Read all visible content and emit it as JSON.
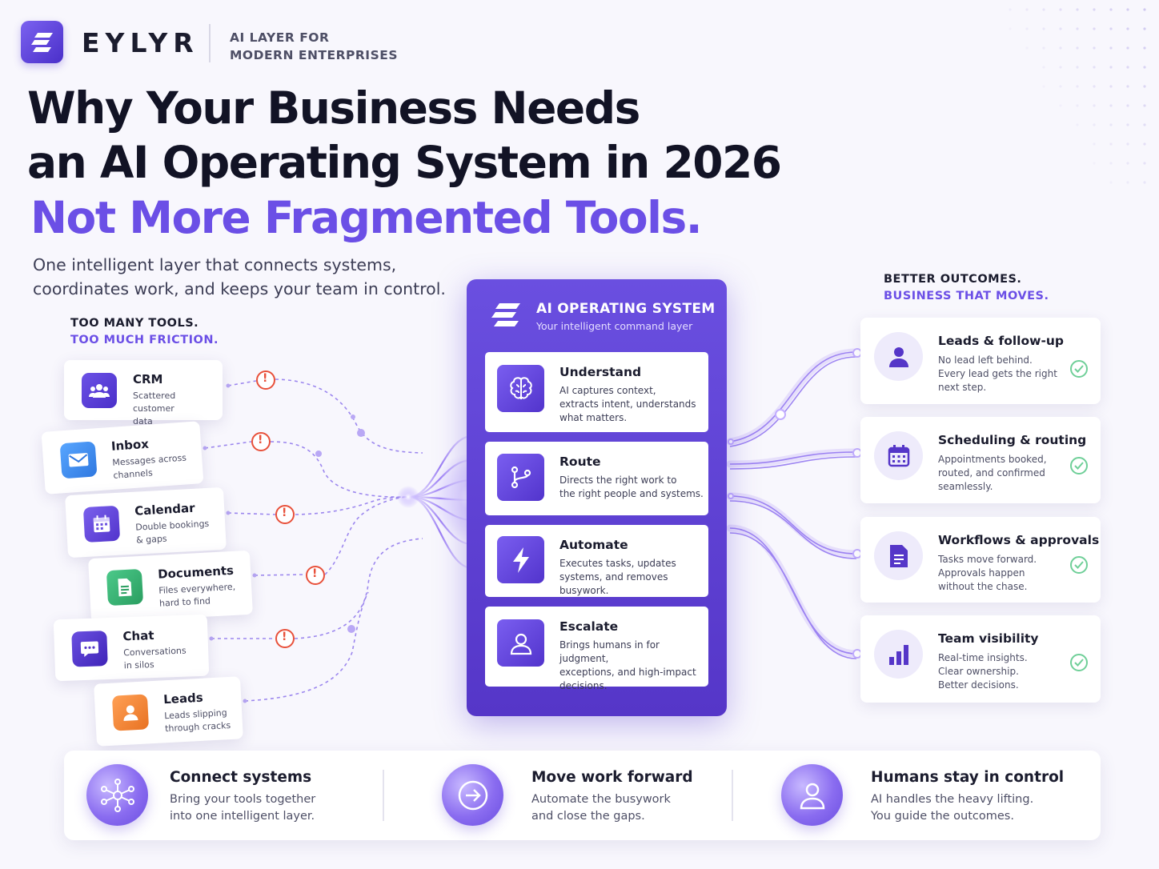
{
  "brand": {
    "name": "EYLYR",
    "tagline_line1": "AI LAYER FOR",
    "tagline_line2": "MODERN ENTERPRISES"
  },
  "headline": {
    "line1": "Why Your Business Needs",
    "line2": "an AI Operating System in 2026",
    "line3": "Not More Fragmented Tools."
  },
  "subheadline": {
    "line1": "One intelligent layer that connects systems,",
    "line2": "coordinates work, and keeps your team in control."
  },
  "left_section": {
    "label_line1": "TOO MANY TOOLS.",
    "label_line2": "TOO MUCH FRICTION.",
    "tools": [
      {
        "title": "CRM",
        "desc_line1": "Scattered customer",
        "desc_line2": "data",
        "icon": "users-icon",
        "color": "#5b3fd6"
      },
      {
        "title": "Inbox",
        "desc_line1": "Messages across",
        "desc_line2": "channels",
        "icon": "mail-icon",
        "color": "#3d8df0"
      },
      {
        "title": "Calendar",
        "desc_line1": "Double bookings",
        "desc_line2": "& gaps",
        "icon": "calendar-icon",
        "color": "#6a4fe0"
      },
      {
        "title": "Documents",
        "desc_line1": "Files everywhere,",
        "desc_line2": "hard to find",
        "icon": "document-icon",
        "color": "#3bb273"
      },
      {
        "title": "Chat",
        "desc_line1": "Conversations",
        "desc_line2": "in silos",
        "icon": "chat-icon",
        "color": "#5536c8"
      },
      {
        "title": "Leads",
        "desc_line1": "Leads slipping",
        "desc_line2": "through cracks",
        "icon": "person-icon",
        "color": "#f08a3c"
      }
    ],
    "warning_symbol": "!"
  },
  "center_panel": {
    "title": "AI OPERATING SYSTEM",
    "subtitle": "Your intelligent command layer",
    "steps": [
      {
        "title": "Understand",
        "desc_line1": "AI captures context,",
        "desc_line2": "extracts intent, understands",
        "desc_line3": "what matters.",
        "icon": "brain-icon"
      },
      {
        "title": "Route",
        "desc_line1": "Directs the right work to",
        "desc_line2": "the right people and systems.",
        "desc_line3": "",
        "icon": "route-icon"
      },
      {
        "title": "Automate",
        "desc_line1": "Executes tasks, updates",
        "desc_line2": "systems, and removes busywork.",
        "desc_line3": "",
        "icon": "lightning-icon"
      },
      {
        "title": "Escalate",
        "desc_line1": "Brings humans in for judgment,",
        "desc_line2": "exceptions, and high-impact",
        "desc_line3": "decisions.",
        "icon": "person-icon"
      }
    ]
  },
  "right_section": {
    "label_line1": "BETTER OUTCOMES.",
    "label_line2": "BUSINESS THAT MOVES.",
    "outcomes": [
      {
        "title": "Leads & follow-up",
        "desc_line1": "No lead left behind.",
        "desc_line2": "Every lead gets the right",
        "desc_line3": "next step.",
        "icon": "person-icon"
      },
      {
        "title": "Scheduling & routing",
        "desc_line1": "Appointments booked,",
        "desc_line2": "routed, and confirmed",
        "desc_line3": "seamlessly.",
        "icon": "calendar-icon"
      },
      {
        "title": "Workflows & approvals",
        "desc_line1": "Tasks move forward.",
        "desc_line2": "Approvals happen",
        "desc_line3": "without the chase.",
        "icon": "document-icon"
      },
      {
        "title": "Team visibility",
        "desc_line1": "Real-time insights.",
        "desc_line2": "Clear ownership.",
        "desc_line3": "Better decisions.",
        "icon": "bar-chart-icon"
      }
    ]
  },
  "bottom_bar": {
    "items": [
      {
        "title": "Connect systems",
        "desc_line1": "Bring your tools together",
        "desc_line2": "into one intelligent layer.",
        "icon": "network-icon"
      },
      {
        "title": "Move work forward",
        "desc_line1": "Automate the busywork",
        "desc_line2": "and close the gaps.",
        "icon": "arrow-right-icon"
      },
      {
        "title": "Humans stay in control",
        "desc_line1": "AI handles the heavy lifting.",
        "desc_line2": "You guide the outcomes.",
        "icon": "person-icon"
      }
    ]
  },
  "colors": {
    "accent": "#6b4fe6",
    "warning": "#e8503a",
    "check": "#6fcf98",
    "text_dark": "#1b1c2e"
  }
}
